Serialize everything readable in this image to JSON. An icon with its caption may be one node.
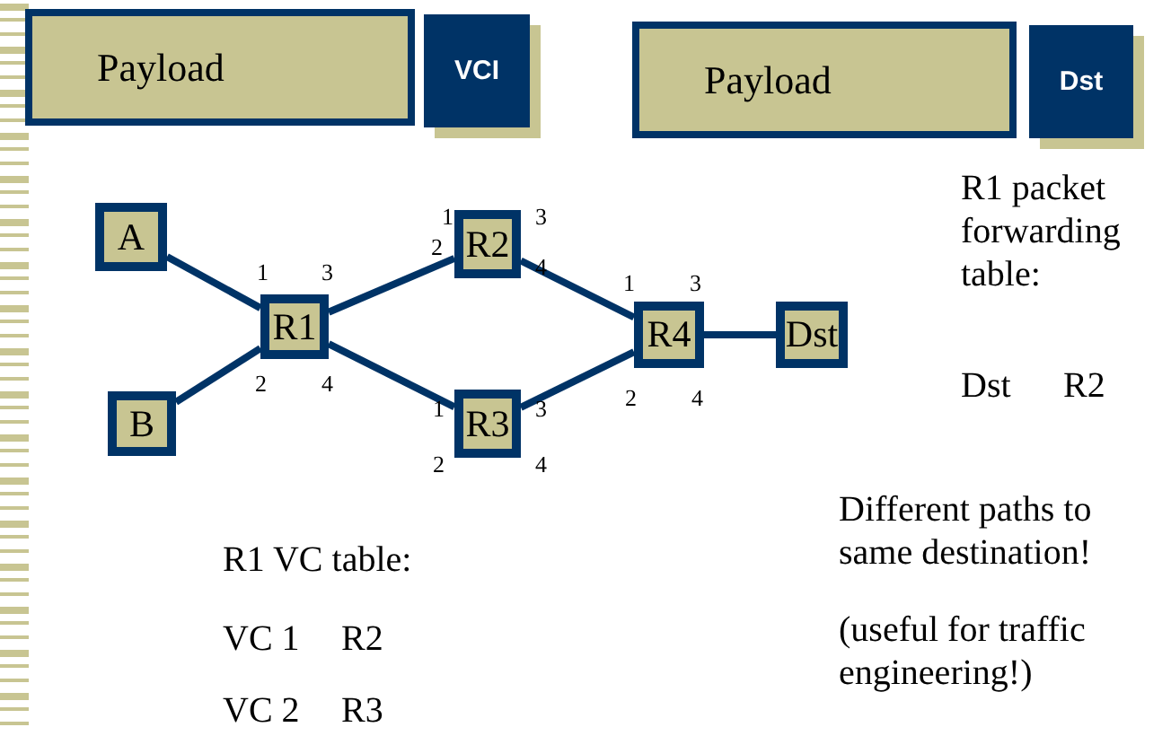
{
  "diagram": {
    "nodes": [
      {
        "text": [
          "Payload"
        ]
      },
      {
        "text": [
          "VCI"
        ]
      },
      {
        "text": [
          "Payload"
        ]
      },
      {
        "text": [
          "Dst"
        ]
      },
      {
        "text": [
          "A"
        ]
      },
      {
        "text": [
          "R1"
        ]
      },
      {
        "text": [
          "B"
        ]
      },
      {
        "text": [
          "R2"
        ]
      },
      {
        "text": [
          "R3"
        ]
      },
      {
        "text": [
          "R4"
        ]
      },
      {
        "text": [
          "Dst"
        ]
      }
    ],
    "edges": [
      {
        "from": 4,
        "to": 5,
        "arrow": "none"
      },
      {
        "from": 6,
        "to": 5,
        "arrow": "none"
      },
      {
        "from": 5,
        "to": 7,
        "arrow": "none"
      },
      {
        "from": 5,
        "to": 8,
        "arrow": "none"
      },
      {
        "from": 7,
        "to": 9,
        "arrow": "none"
      },
      {
        "from": 8,
        "to": 9,
        "arrow": "none"
      },
      {
        "from": 9,
        "to": 10,
        "arrow": "none"
      }
    ],
    "labels": [
      "R1 packet forwarding table:",
      "1",
      "3",
      "1",
      "3",
      "2",
      "4",
      "1",
      "3",
      "Dst",
      "R2",
      "2",
      "4",
      "2",
      "4",
      "1",
      "3",
      "2",
      "4",
      "Different paths to same destination!",
      "R1 VC table:",
      "VC 1",
      "R2",
      "(useful for traffic engineering!)",
      "VC 2",
      "R3"
    ]
  }
}
